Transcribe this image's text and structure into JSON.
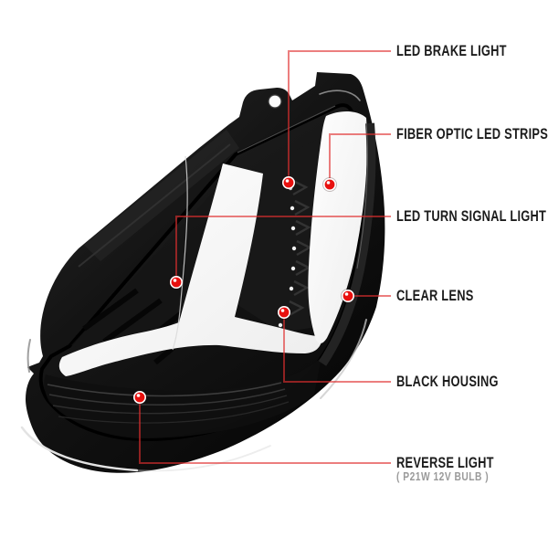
{
  "callouts": [
    {
      "id": "led-brake-light",
      "label": "LED BRAKE LIGHT"
    },
    {
      "id": "fiber-optic-led-strips",
      "label": "FIBER OPTIC LED STRIPS"
    },
    {
      "id": "led-turn-signal-light",
      "label": "LED TURN SIGNAL LIGHT"
    },
    {
      "id": "clear-lens",
      "label": "CLEAR LENS"
    },
    {
      "id": "black-housing",
      "label": "BLACK HOUSING"
    },
    {
      "id": "reverse-light",
      "label": "REVERSE LIGHT",
      "sub": "( P21W  12V  BULB )"
    }
  ],
  "colors": {
    "background": "#ffffff",
    "marker_red": "#e8100e",
    "callout_line_red": "#ec7878",
    "label_text": "#1c1c1c",
    "sub_label_text": "#9a9a9a",
    "housing_black": "#131313",
    "light_bar_white": "#ffffff"
  }
}
